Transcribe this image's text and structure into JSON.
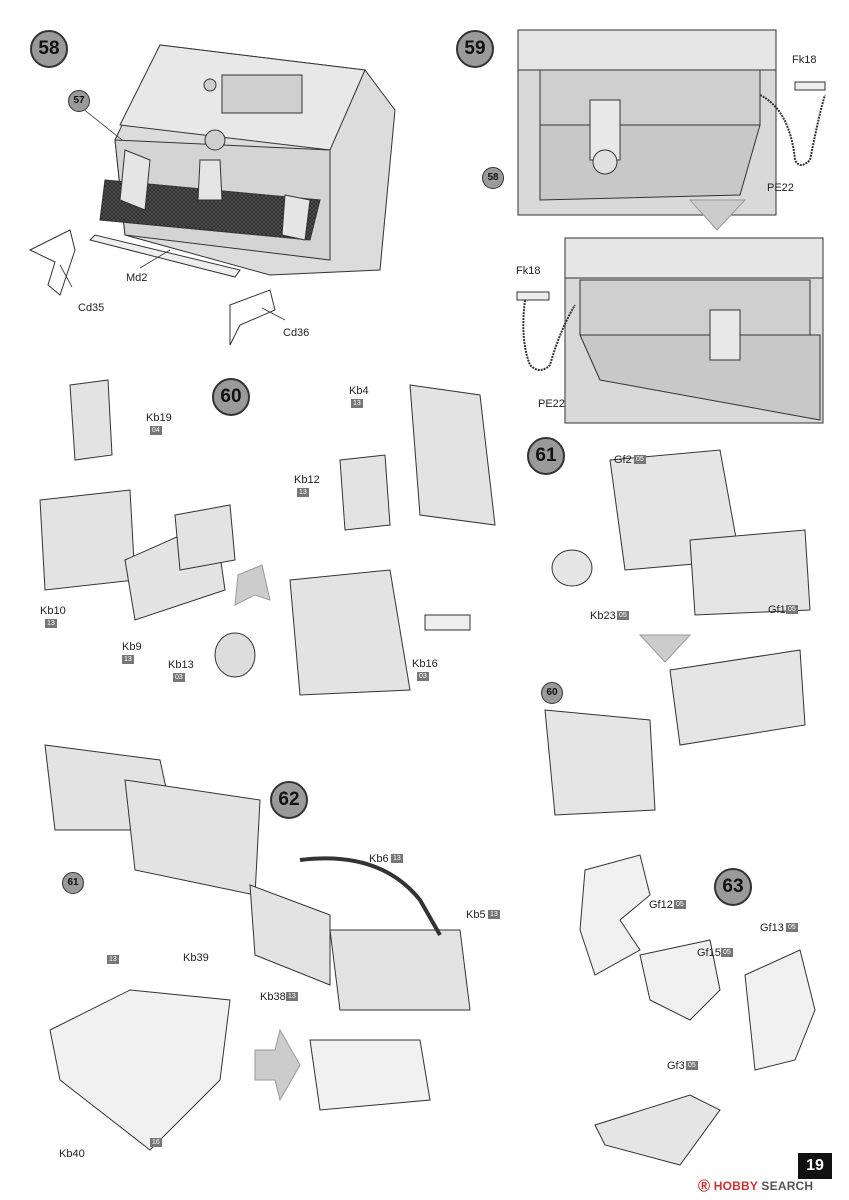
{
  "page_number": "19",
  "watermark": {
    "brand": "HOBBY",
    "rest": "SEARCH",
    "mark": "Ⓡ"
  },
  "steps": {
    "s58": "58",
    "s59": "59",
    "s60": "60",
    "s61": "61",
    "s62": "62",
    "s63": "63"
  },
  "refs": {
    "r57": "57",
    "r58": "58",
    "r60": "60",
    "r61": "61"
  },
  "parts": {
    "cd35": "Cd35",
    "md2": "Md2",
    "cd36": "Cd36",
    "fk18_top": "Fk18",
    "pe22_top": "PE22",
    "fk18_bot": "Fk18",
    "pe22_bot": "PE22",
    "kb19": "Kb19",
    "kb19_c": "04",
    "kb4": "Kb4",
    "kb4_c": "13",
    "kb12": "Kb12",
    "kb12_c": "13",
    "kb10": "Kb10",
    "kb10_c": "13",
    "kb9": "Kb9",
    "kb9_c": "13",
    "kb13": "Kb13",
    "kb13_c": "03",
    "kb16": "Kb16",
    "kb16_c": "03",
    "gf2": "Gf2",
    "gf2_c": "05",
    "kb23": "Kb23",
    "kb23_c": "05",
    "gf1": "Gf1",
    "gf1_c": "05",
    "kb6": "Kb6",
    "kb6_c": "13",
    "kb5": "Kb5",
    "kb5_c": "13",
    "kb39": "Kb39",
    "kb39_c": "13",
    "kb38": "Kb38",
    "kb38_c": "13",
    "kb40": "Kb40",
    "kb40_c": "16",
    "gf12": "Gf12",
    "gf12_c": "05",
    "gf13": "Gf13",
    "gf13_c": "05",
    "gf15": "Gf15",
    "gf15_c": "05",
    "gf3": "Gf3",
    "gf3_c": "05"
  }
}
